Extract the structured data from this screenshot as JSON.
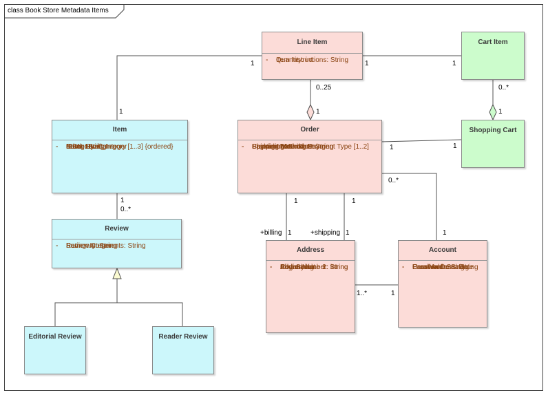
{
  "frame": {
    "title": "class Book Store Metadata Items"
  },
  "classes": {
    "line_item": {
      "name": "Line Item",
      "attributes": [
        "Item Instructions: String",
        "Quantity: int"
      ]
    },
    "cart_item": {
      "name": "Cart Item",
      "attributes": []
    },
    "item": {
      "name": "Item",
      "attributes": [
        "Category: Category [1..3] {ordered}",
        "ISBN: String",
        "Name: String",
        "Price: Real",
        "Stock Level: Integer"
      ]
    },
    "order": {
      "name": "Order",
      "attributes": [
        "Creation Date: Date",
        "Packaging: String",
        "Payment Method: Payment Type [1..2]",
        "Shipping Method: String",
        "Special Instructions: String"
      ]
    },
    "shopping_cart": {
      "name": "Shopping Cart",
      "attributes": []
    },
    "review": {
      "name": "Review",
      "attributes": [
        "Rating: Integer",
        "Review Comments: String",
        "Summary: String"
      ]
    },
    "address": {
      "name": "Address",
      "attributes": [
        "Address Line 1: String",
        "Address Line 2: String",
        "City: String",
        "Code: int",
        "Country: int",
        "Phone Number: int",
        "Region: int"
      ]
    },
    "account": {
      "name": "Account",
      "attributes": [
        "Creation Date: Date",
        "Email Address: String",
        "Password: String",
        "User Name: String"
      ]
    },
    "editorial_review": {
      "name": "Editorial Review",
      "attributes": []
    },
    "reader_review": {
      "name": "Reader Review",
      "attributes": []
    }
  },
  "labels": {
    "item_lineitem_a": "1",
    "item_lineitem_b": "1",
    "lineitem_cartitem_a": "1",
    "lineitem_cartitem_b": "1",
    "lineitem_order_a": "0..25",
    "lineitem_order_b": "1",
    "cartitem_cart_a": "0..*",
    "cartitem_cart_b": "1",
    "order_cart_a": "1",
    "order_cart_b": "1",
    "item_review_a": "1",
    "item_review_b": "0..*",
    "order_billing_a": "1",
    "order_billing_role": "+billing",
    "order_billing_b": "1",
    "order_shipping_a": "1",
    "order_shipping_role": "+shipping",
    "order_shipping_b": "1",
    "order_account_a": "0..*",
    "order_account_b": "1",
    "address_account_a": "1..*",
    "address_account_b": "1"
  }
}
